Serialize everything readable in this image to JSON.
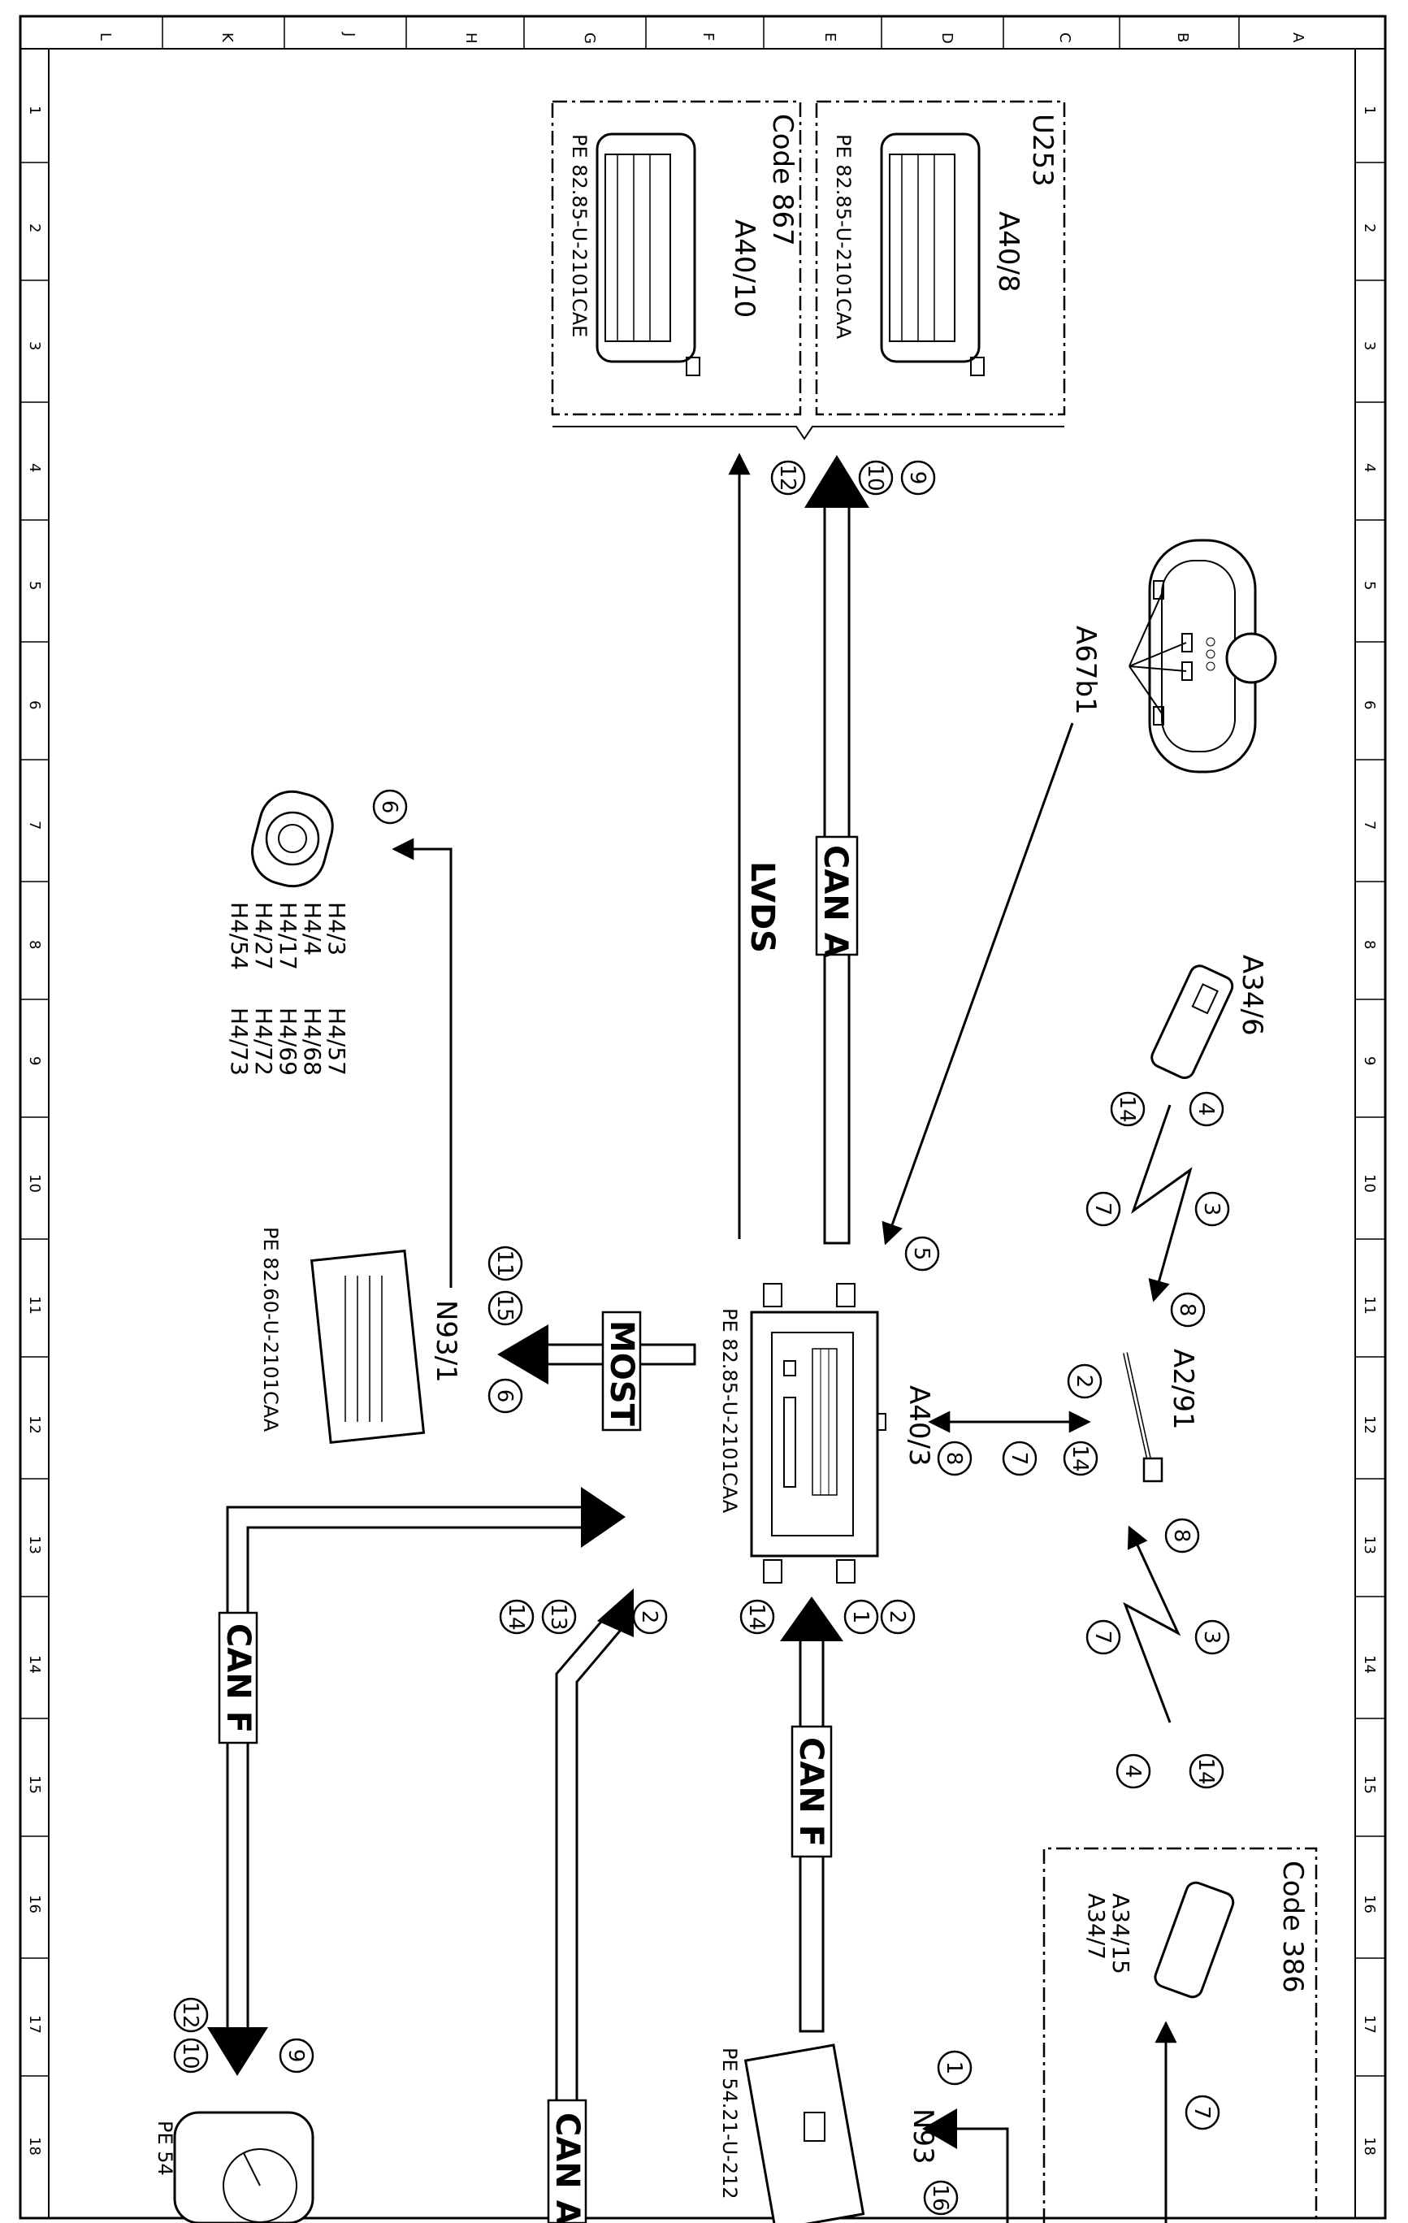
{
  "grid": {
    "columns_top": [
      "L",
      "K",
      "J",
      "H",
      "G",
      "F",
      "E",
      "D",
      "C",
      "B",
      "A"
    ],
    "rows": [
      "1",
      "2",
      "3",
      "4",
      "5",
      "6",
      "7",
      "8",
      "9",
      "10",
      "11",
      "12",
      "13",
      "14",
      "15",
      "16",
      "17",
      "18"
    ]
  },
  "components": {
    "u253": "U253",
    "a40_8": "A40/8",
    "pe_a40_8": "PE 82.85-U-2101CAA",
    "code_867": "Code 867",
    "a40_10": "A40/10",
    "pe_a40_10": "PE 82.85-U-2101CAE",
    "a67b1": "A67b1",
    "a34_6": "A34/6",
    "a2_91": "A2/91",
    "a40_3": "A40/3",
    "pe_a40_3": "PE 82.85-U-2101CAA",
    "n93_1": "N93/1",
    "pe_n93_1": "PE 82.60-U-2101CAA",
    "code_386": "Code 386",
    "a34_15": "A34/15",
    "a34_7": "A34/7",
    "n93": "N93",
    "pe_n93": "PE 54.21-U-212",
    "pe_cluster": "PE 54",
    "speakers": [
      "H4/3",
      "H4/57",
      "H4/4",
      "H4/68",
      "H4/17",
      "H4/69",
      "H4/27",
      "H4/72",
      "H4/54",
      "H4/73"
    ]
  },
  "buses": {
    "can_a": "CAN A",
    "lvds": "LVDS",
    "most": "MOST",
    "can_f_1": "CAN F",
    "can_f_2": "CAN F",
    "can_a_2": "CAN A"
  },
  "callouts": {
    "c9_top": "9",
    "c10_top": "10",
    "c12_top": "12",
    "c6_spk": "6",
    "c4_a": "4",
    "c14_a": "14",
    "c3_a": "3",
    "c7_a": "7",
    "c8_a": "8",
    "c5": "5",
    "c2_b": "2",
    "c14_b": "14",
    "c7_b": "7",
    "c8_b": "8",
    "c11": "11",
    "c15": "15",
    "c6_most": "6",
    "c8_c": "8",
    "c3_c": "3",
    "c7_c": "7",
    "c4_c": "4",
    "c14_c": "14",
    "c2_d": "2",
    "c1_d": "1",
    "c14_d": "14",
    "c2_e": "2",
    "c13_e": "13",
    "c14_e": "14",
    "c12_f": "12",
    "c10_f": "10",
    "c9_f": "9",
    "c7_g": "7",
    "c1_h": "1",
    "c16_h": "16"
  }
}
